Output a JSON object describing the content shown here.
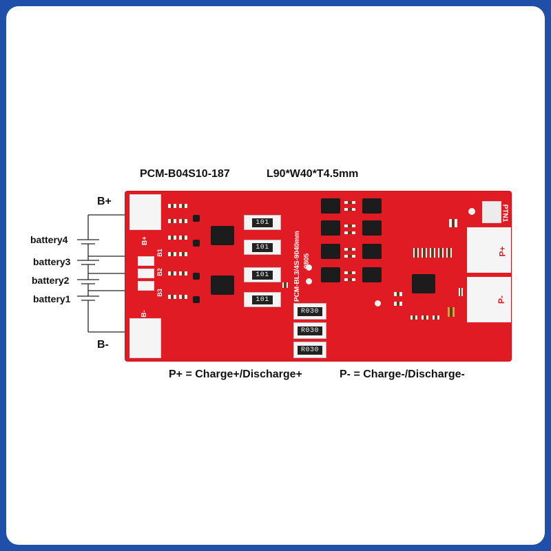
{
  "header": {
    "model": "PCM-B04S10-187",
    "dimensions": "L90*W40*T4.5mm"
  },
  "terminals": {
    "b_plus": "B+",
    "b_minus": "B-"
  },
  "batteries": [
    "battery4",
    "battery3",
    "battery2",
    "battery1"
  ],
  "legend": {
    "p_plus": "P+ = Charge+/Discharge+",
    "p_minus": "P- = Charge-/Discharge-"
  },
  "board": {
    "pad_labels": [
      "B+",
      "B1",
      "B2",
      "B3",
      "B-"
    ],
    "resistor_code": "101",
    "shunt_code": "R030",
    "board_id": "PCM-BL3/4S-9040mm",
    "board_rev": "0805",
    "out_plus": "P+",
    "out_minus": "P-",
    "connector": "PTN1"
  },
  "colors": {
    "background": "#1f4fa8",
    "pcb": "#e01b24",
    "pad": "#f5f5f5"
  }
}
